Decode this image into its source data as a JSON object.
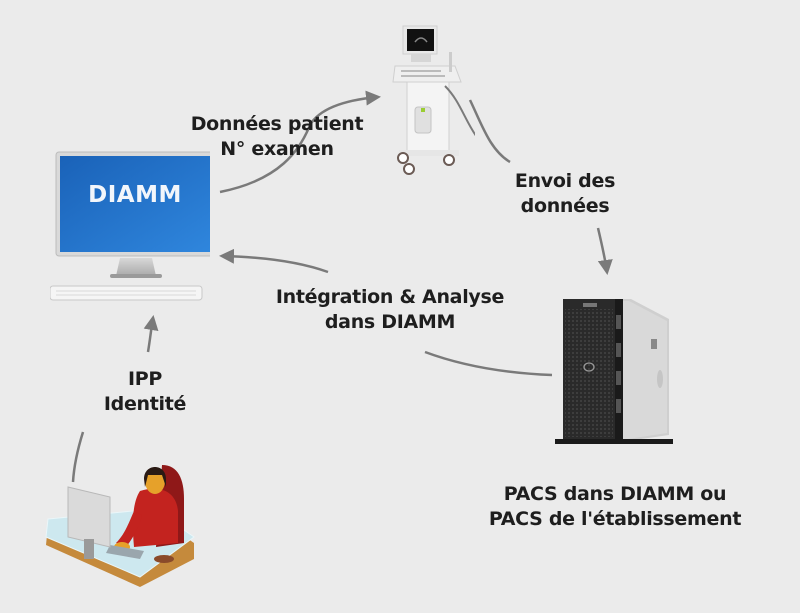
{
  "diagram": {
    "nodes": {
      "diamm_workstation": {
        "screen_text": "DIAMM",
        "screen_color": "#1f6fc4"
      },
      "ultrasound": {
        "name": "ultrasound-machine"
      },
      "server": {
        "name": "pacs-server"
      },
      "operator": {
        "name": "receptionist-at-desk"
      }
    },
    "labels": {
      "patient_data": {
        "line1": "Données patient",
        "line2": "N° examen"
      },
      "send_data": {
        "line1": "Envoi des",
        "line2": "données"
      },
      "integration": {
        "line1": "Intégration & Analyse",
        "line2": "dans DIAMM"
      },
      "identity": {
        "line1": "IPP",
        "line2": "Identité"
      },
      "pacs": {
        "line1": "PACS dans DIAMM ou",
        "line2": "PACS de l'établissement"
      }
    },
    "edges": [
      {
        "from": "diamm_workstation",
        "to": "ultrasound",
        "label": "patient_data"
      },
      {
        "from": "ultrasound",
        "to": "server",
        "label": "send_data"
      },
      {
        "from": "server",
        "to": "diamm_workstation",
        "label": "integration"
      },
      {
        "from": "operator",
        "to": "diamm_workstation",
        "label": "identity"
      }
    ],
    "colors": {
      "background": "#ebebeb",
      "arrow": "#7a7a7a",
      "text": "#1e1e1e"
    }
  }
}
